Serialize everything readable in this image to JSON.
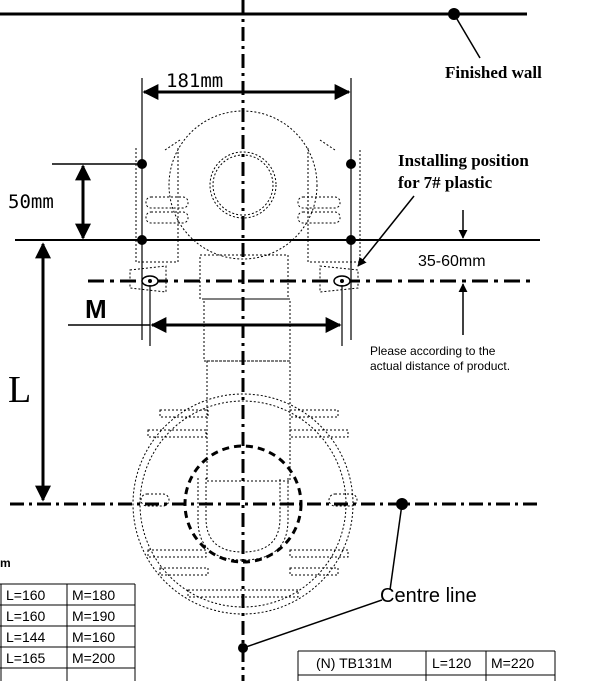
{
  "labels": {
    "finished_wall": "Finished wall",
    "dim_181": "181mm",
    "dim_50": "50mm",
    "installing_line1": "Installing position",
    "installing_line2": "for 7# plastic",
    "dim_35_60": "35-60mm",
    "m_label": "M",
    "please_line1": "Please according to the",
    "please_line2": "actual distance of product.",
    "l_label": "L",
    "centre_line": "Centre line",
    "partial_unit": "m"
  },
  "left_table": [
    [
      "L=160",
      "M=180"
    ],
    [
      "L=160",
      "M=190"
    ],
    [
      "L=144",
      "M=160"
    ],
    [
      "L=165",
      "M=200"
    ]
  ],
  "right_table": [
    [
      "(N) TB131M",
      "L=120",
      "M=220"
    ]
  ],
  "colors": {
    "ink": "#000000",
    "background": "#ffffff"
  }
}
